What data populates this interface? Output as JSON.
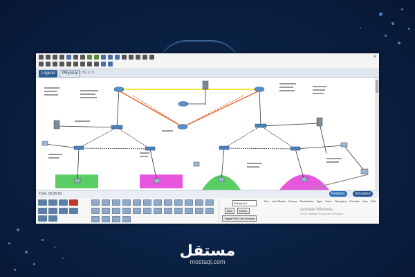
{
  "app": {
    "tabs": [
      {
        "label": "Logical"
      },
      {
        "label": "Physical"
      }
    ],
    "path": "x: 50, y: 0",
    "window_controls": {
      "close": "×"
    }
  },
  "statusbar": {
    "time": "Time: 00:26:00",
    "modes": [
      {
        "label": "Realtime"
      },
      {
        "label": "Simulation"
      }
    ]
  },
  "simulation": {
    "scenario_value": "Scenario 0",
    "buttons": [
      {
        "label": "New"
      },
      {
        "label": "Delete"
      }
    ],
    "toggle_label": "Toggle PDU List Window"
  },
  "pdu_table": {
    "columns": [
      "Fire",
      "Last Status",
      "Source",
      "Destination",
      "Type",
      "Color",
      "Time(sec)",
      "Periodic",
      "Num",
      "Edit"
    ]
  },
  "windows_activation": {
    "title": "Activate Windows",
    "subtitle": "Go to Settings to activate Windows."
  },
  "icons": [
    "toolbar-icons",
    "router-icon",
    "switch-icon",
    "pc-icon",
    "server-icon",
    "laptop-icon"
  ],
  "colors": {
    "link_orange": "#e8672a",
    "link_yellow": "#f5e83a",
    "zone_green": "#3ec44a",
    "zone_magenta": "#e23ad8"
  },
  "branding": {
    "arabic": "مستقل",
    "latin": "mostaql.com"
  }
}
